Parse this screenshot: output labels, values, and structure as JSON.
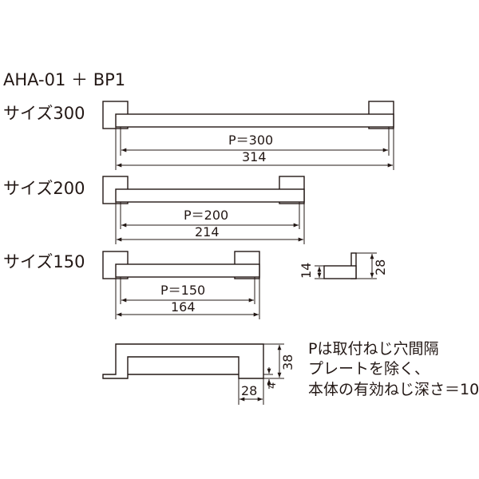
{
  "title": "AHA-01 ＋ BP1",
  "sizes": [
    {
      "label": "サイズ300",
      "pitch": "P＝300",
      "length": "314"
    },
    {
      "label": "サイズ200",
      "pitch": "P＝200",
      "length": "214"
    },
    {
      "label": "サイズ150",
      "pitch": "P＝150",
      "length": "164"
    }
  ],
  "end_view": {
    "thickness": "14",
    "height": "28"
  },
  "side_view": {
    "height": "38",
    "plate": "4",
    "base": "28"
  },
  "notes": [
    "Pは取付ねじ穴間隔",
    "プレートを除く、",
    "本体の有効ねじ深さ＝10"
  ],
  "colors": {
    "line": "#231815",
    "fill": "#ffffff"
  }
}
